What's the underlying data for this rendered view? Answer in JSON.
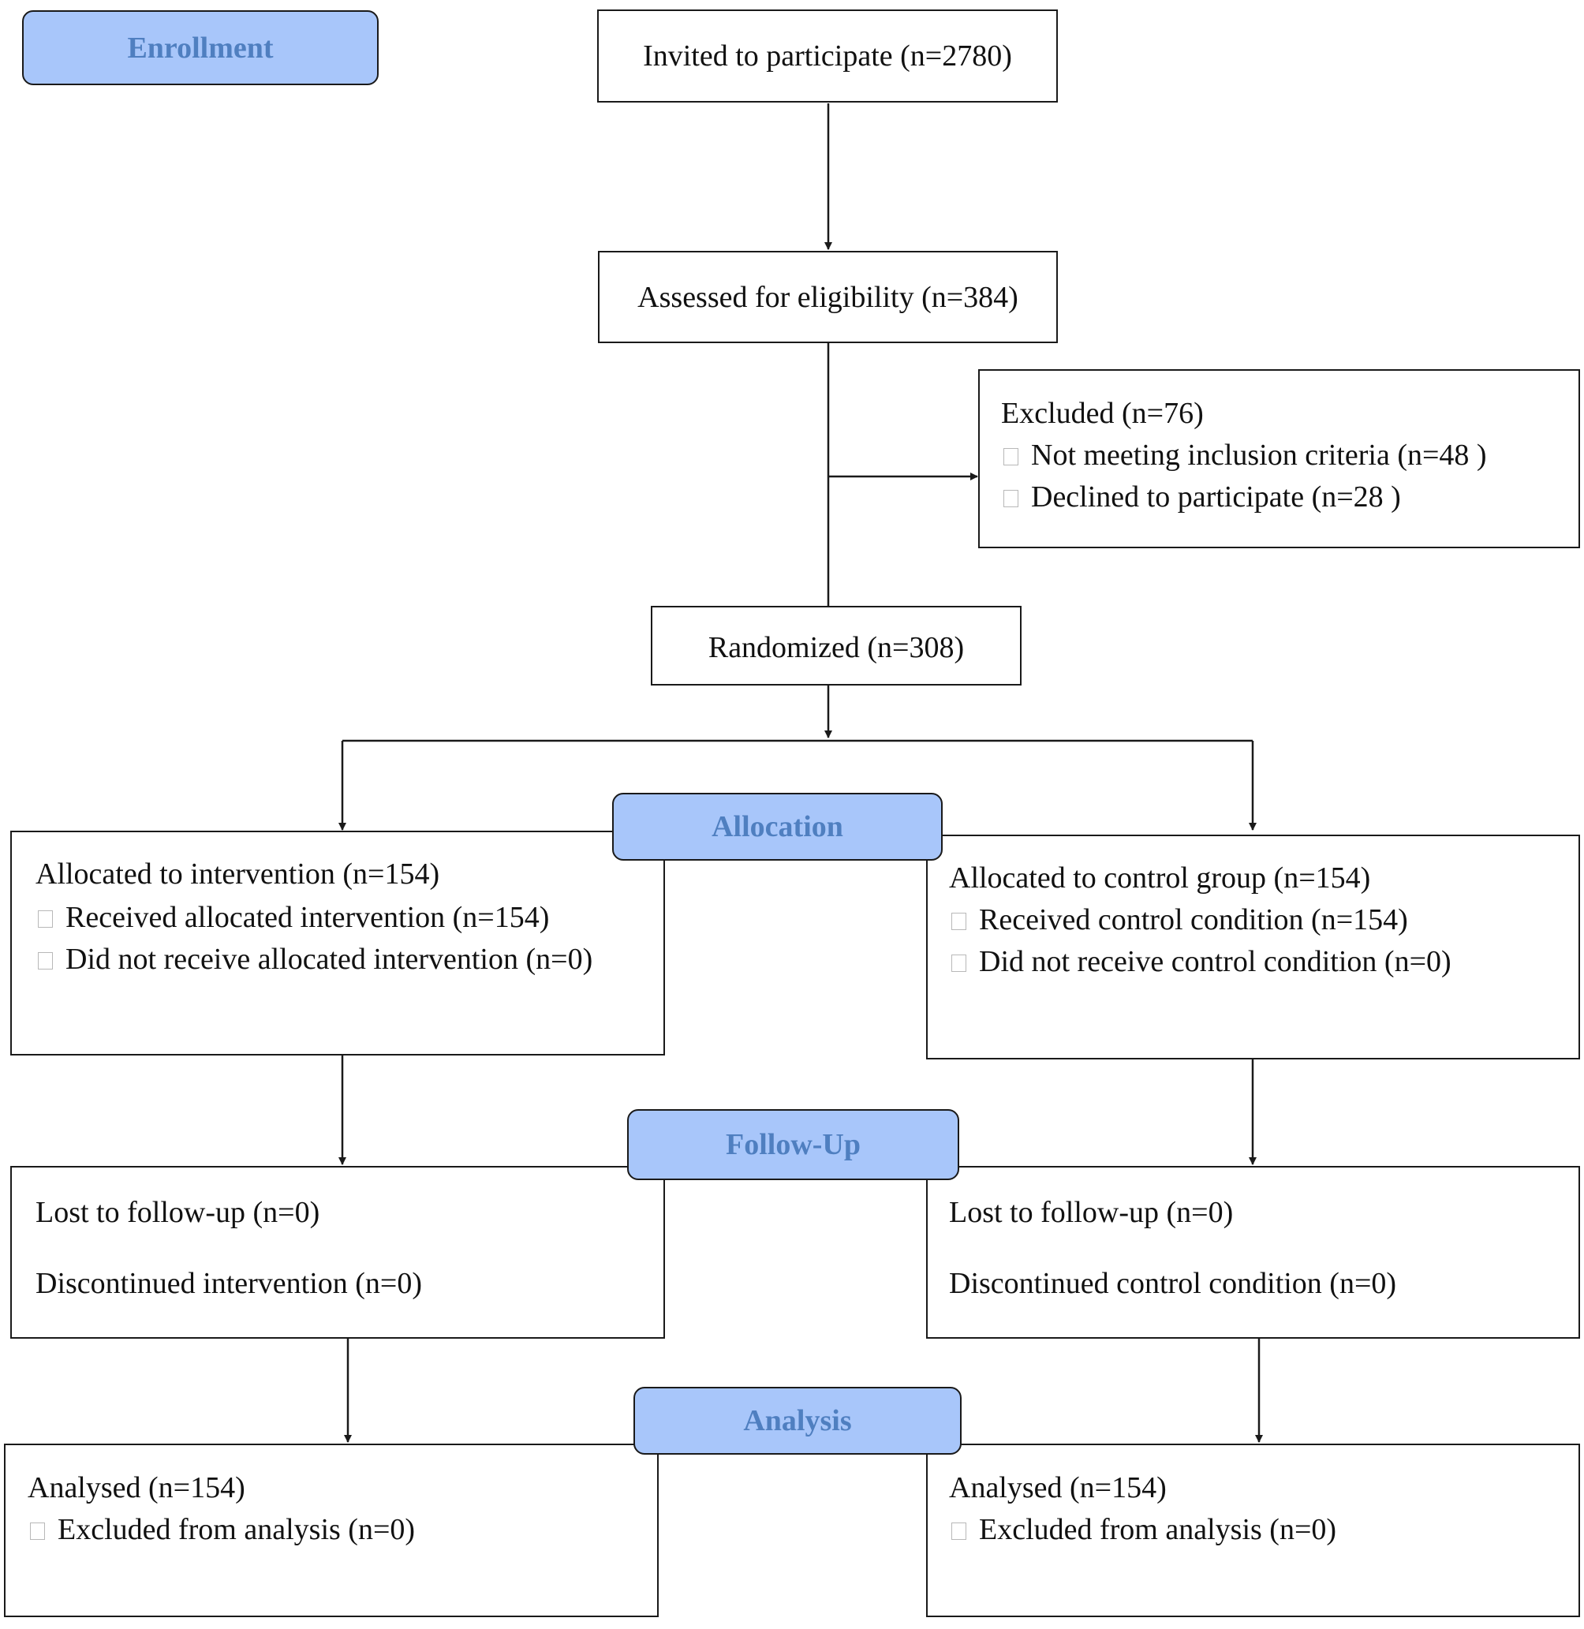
{
  "stages": {
    "enrollment": "Enrollment",
    "allocation": "Allocation",
    "follow_up": "Follow-Up",
    "analysis": "Analysis"
  },
  "invited": "Invited to participate (n=2780)",
  "assessed": "Assessed for eligibility (n=384)",
  "excluded": {
    "title": "Excluded (n=76)",
    "items": [
      "Not meeting inclusion criteria (n=48 )",
      "Declined to participate (n=28 )"
    ]
  },
  "randomized": "Randomized (n=308)",
  "allocation": {
    "intervention": {
      "title": "Allocated to intervention (n=154)",
      "items": [
        "Received allocated intervention (n=154)",
        "Did not receive allocated intervention (n=0)"
      ]
    },
    "control": {
      "title": "Allocated to control group (n=154)",
      "items": [
        "Received control condition (n=154)",
        "Did not receive control condition (n=0)"
      ]
    }
  },
  "follow_up": {
    "intervention": {
      "lost": "Lost to follow-up (n=0)",
      "discontinued": "Discontinued intervention (n=0)"
    },
    "control": {
      "lost": "Lost to follow-up (n=0)",
      "discontinued": "Discontinued control condition (n=0)"
    }
  },
  "analysis": {
    "intervention": {
      "title": "Analysed (n=154)",
      "items": [
        "Excluded from analysis (n=0)"
      ]
    },
    "control": {
      "title": "Analysed (n=154)",
      "items": [
        "Excluded from analysis (n=0)"
      ]
    }
  },
  "icons": {
    "checkbox": "checkbox-icon",
    "arrowhead": "arrow-icon"
  },
  "colors": {
    "stage_fill": "#a8c6fa",
    "stage_text": "#4f7fc0",
    "line": "#1a1a1a"
  }
}
